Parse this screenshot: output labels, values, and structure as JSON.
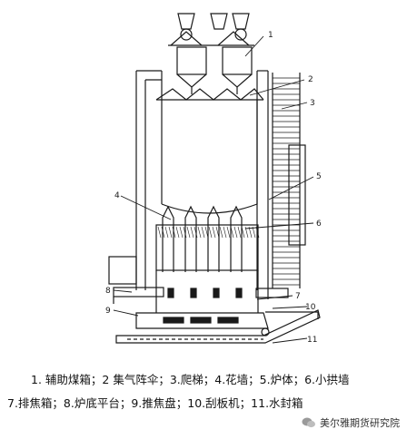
{
  "callouts": [
    "1",
    "2",
    "3",
    "4",
    "5",
    "6",
    "7",
    "8",
    "9",
    "10",
    "11"
  ],
  "caption": {
    "line1": "1.  辅助煤箱；2 集气阵伞；3.爬梯；4.花墙；5.炉体；6.小拱墙",
    "line2": "7.排焦箱；8.炉底平台；9.推焦盘；10.刮板机；11.水封箱"
  },
  "watermark": "美尔雅期货研究院",
  "colors": {
    "ink": "#1a1a1a",
    "background": "#ffffff"
  }
}
